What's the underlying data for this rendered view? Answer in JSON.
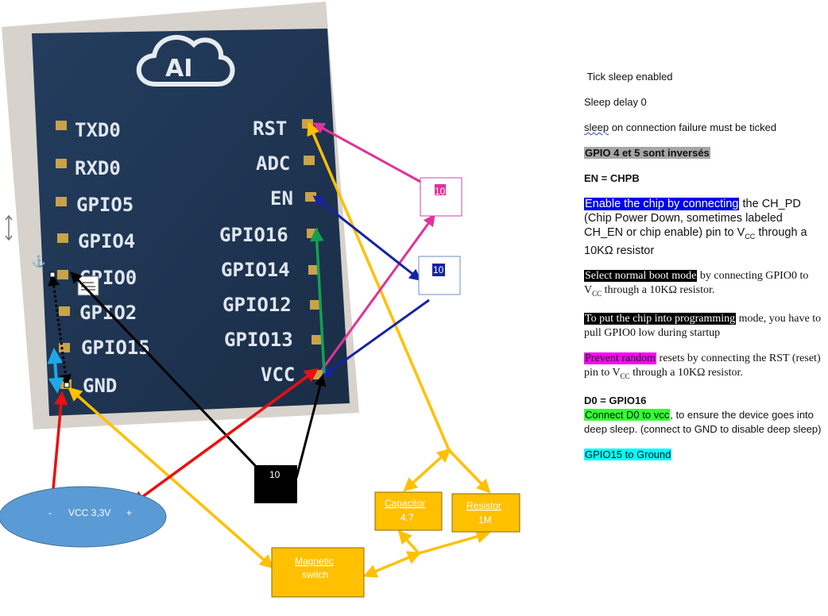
{
  "colors": {
    "board": "#1f3553",
    "vcc_ellipse": "#5b9bd5",
    "component_box": "#ffc000",
    "pink_box_border": "#cc44aa",
    "blue_box_border": "#6b8fc7",
    "black_box": "#000000",
    "wire_yellow": "#ffc000",
    "wire_pink": "#e0329a",
    "wire_blue": "#1523a4",
    "wire_black": "#000000",
    "wire_red": "#e81010",
    "wire_green": "#14a050",
    "wire_cyan": "#1fa8e8",
    "hl_gray": "#a6a6a6",
    "hl_blue": "#0000ee",
    "hl_black": "#000000",
    "hl_magenta": "#ff00ff",
    "hl_green": "#33ff33",
    "hl_cyan": "#00ffff"
  },
  "board": {
    "logo": "AI",
    "left_pins": [
      "TXD0",
      "RXD0",
      "GPIO5",
      "GPIO4",
      "GPIO0",
      "GPIO2",
      "GPIO15",
      "GND"
    ],
    "right_pins": [
      "RST",
      "ADC",
      "EN",
      "GPIO16",
      "GPIO14",
      "GPIO12",
      "GPIO13",
      "VCC"
    ]
  },
  "boxes": {
    "pink_resistor": "10",
    "blue_resistor": "10",
    "black_resistor": "10",
    "capacitor_line1": "Capacitor",
    "capacitor_line2": "4.7",
    "resistor_line1": "Resistor",
    "resistor_line2": "1M",
    "switch_line1": "Magnetic",
    "switch_line2": "switch"
  },
  "power": {
    "minus": "-",
    "label": "VCC 3,3V",
    "plus": "+"
  },
  "notes": {
    "tick_sleep": "Tick sleep enabled",
    "sleep_delay": "Sleep delay 0",
    "sleep_fail_word": "sleep",
    "sleep_fail_rest": " on connection failure must be ticked",
    "gpio_swap": "GPIO 4 et 5 sont inversés",
    "en_chpb": "EN = CHPB",
    "enable_hl": "Enable the chip by connecting",
    "enable_rest": " the CH_PD (Chip Power Down, sometimes labeled CH_EN or chip enable) pin to V",
    "enable_sub": "CC",
    "enable_tail": " through a 10KΩ resistor",
    "normal_hl": "Select normal boot mode",
    "normal_rest": " by connecting GPIO0 to V",
    "normal_sub": "CC",
    "normal_tail": " through a 10KΩ resistor.",
    "prog_hl": "To put the chip into programming",
    "prog_rest": " mode, you have to pull GPIO0 low during startup",
    "prevent_hl": "Prevent random",
    "prevent_rest": " resets by connecting the RST (reset) pin to V",
    "prevent_sub": "CC",
    "prevent_tail": " through a 10KΩ resistor.",
    "d0": "D0 = GPIO16",
    "d0_hl": "Connect D0 to vcc",
    "d0_rest": ", to ensure the device goes into deep sleep. (connect to GND to disable deep sleep)",
    "gpio15_hl": "GPIO15 to Ground"
  }
}
